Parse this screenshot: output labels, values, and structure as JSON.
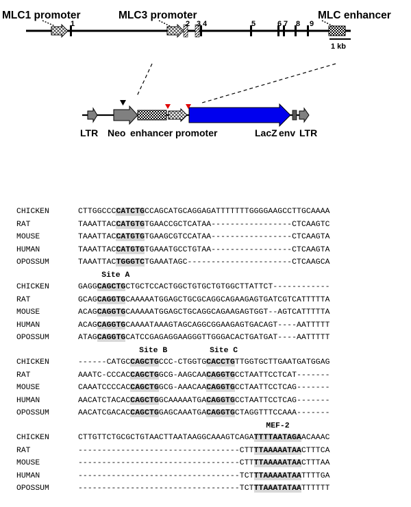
{
  "diagram": {
    "gene_labels": {
      "mlc1_promoter": "MLC1 promoter",
      "mlc3_promoter": "MLC3 promoter",
      "mlc_enhancer": "MLC enhancer",
      "scale": "1 kb"
    },
    "exons": [
      "1",
      "2",
      "3",
      "4",
      "5",
      "6",
      "7",
      "8",
      "9"
    ],
    "construct_labels": {
      "ltr_left": "LTR",
      "neo": "Neo",
      "enhancer": "enhancer",
      "promoter": "promoter",
      "lacz": "LacZ",
      "env": "env",
      "ltr_right": "LTR"
    },
    "colors": {
      "lacz": "#0000ee",
      "neo": "#808080",
      "marker_red": "#e00000"
    }
  },
  "alignment": {
    "blocks": [
      {
        "rows": [
          {
            "species": "CHICKEN",
            "seq": "CTTGGCCCCATCTGCCAGCATGCAGGAGATTTTTTTGGGGAAGCCTTGCAAAA",
            "hl": [
              [
                8,
                14
              ]
            ]
          },
          {
            "species": "RAT",
            "seq": "TAAATTACCATGTGTGAACCGCTCATAA-----------------CTCAAGTC",
            "hl": [
              [
                8,
                14
              ]
            ]
          },
          {
            "species": "MOUSE",
            "seq": "TAAATTACCATGTGTGAAGCGTCCATAA-----------------CTCAAGTA",
            "hl": [
              [
                8,
                14
              ]
            ]
          },
          {
            "species": "HUMAN",
            "seq": "TAAATTACCATGTGTGAAATGCCTGTAA-----------------CTCAAGTA",
            "hl": [
              [
                8,
                14
              ]
            ]
          },
          {
            "species": "OPOSSUM",
            "seq": "TAAATTACTGGGTCTGAAATAGC----------------------CTCAAGCA",
            "hl": [
              [
                8,
                14
              ]
            ]
          }
        ]
      },
      {
        "site_labels": [
          {
            "text": "Site A",
            "col": 5
          }
        ],
        "rows": [
          {
            "species": "CHICKEN",
            "seq": "GAGGCAGCTGCTGCTCCACTGGCTGTGCTGTGGCTTATTCT------------",
            "hl": [
              [
                4,
                10
              ]
            ]
          },
          {
            "species": "RAT",
            "seq": "GCAGCAGGTGCAAAAATGGAGCTGCGCAGGCAGAAGAGTGATCGTCATTTTTA",
            "hl": [
              [
                4,
                10
              ]
            ]
          },
          {
            "species": "MOUSE",
            "seq": "ACAGCAGGTGCAAAAATGGAGCTGCAGGCAGAAGAGTGGT--AGTCATTTTTA",
            "hl": [
              [
                4,
                10
              ]
            ]
          },
          {
            "species": "HUMAN",
            "seq": "ACAGCAGGTGCAAAATAAAGTAGCAGGCGGAAGAGTGACAGT----AATTTTT",
            "hl": [
              [
                4,
                10
              ]
            ]
          },
          {
            "species": "OPOSSUM",
            "seq": "ATAGCAGGTGCATCCGAGAGGAAGGGTTGGGACACTGATGAT----AATTTTT",
            "hl": [
              [
                4,
                10
              ]
            ]
          }
        ]
      },
      {
        "site_labels": [
          {
            "text": "Site B",
            "col": 13
          },
          {
            "text": "Site C",
            "col": 28
          }
        ],
        "rows": [
          {
            "species": "CHICKEN",
            "seq": "------CATGCCAGCTGCCC-CTGGTGCACCTGTTGGTGCTTGAATGATGGAG",
            "hl": [
              [
                11,
                17
              ],
              [
                27,
                33
              ]
            ]
          },
          {
            "species": "RAT",
            "seq": "AAATC-CCCACCAGCTGGCG-AAGCAACAGGTGCCTAATTCCTCAT-------",
            "hl": [
              [
                11,
                17
              ],
              [
                27,
                33
              ]
            ]
          },
          {
            "species": "MOUSE",
            "seq": "CAAATCCCCACCAGCTGGCG-AAACAACAGGTGCCTAATTCCTCAG-------",
            "hl": [
              [
                11,
                17
              ],
              [
                27,
                33
              ]
            ]
          },
          {
            "species": "HUMAN",
            "seq": "AACATCTACACCAGCTGGCAAAAATGACAGGTGCCTAATTCCTCAG-------",
            "hl": [
              [
                11,
                17
              ],
              [
                27,
                33
              ]
            ]
          },
          {
            "species": "OPOSSUM",
            "seq": "AACATCGACACCAGCTGGAGCAAATGACAGGTGCTAGGTTTCCAAA-------",
            "hl": [
              [
                11,
                17
              ],
              [
                27,
                33
              ]
            ]
          }
        ]
      },
      {
        "site_labels": [
          {
            "text": "MEF-2",
            "col": 40
          }
        ],
        "rows": [
          {
            "species": "CHICKEN",
            "seq": "CTTGTTCTGCGCTGTAACTTAATAAGGCAAAGTCAGATTTTAATAGAACAAAC",
            "hl": [
              [
                37,
                47
              ]
            ]
          },
          {
            "species": "RAT",
            "seq": "----------------------------------CTTTTAAAAATAACTTTCA",
            "hl": [
              [
                37,
                47
              ]
            ]
          },
          {
            "species": "MOUSE",
            "seq": "----------------------------------CTTTTAAAAATAACTTTAA",
            "hl": [
              [
                37,
                47
              ]
            ]
          },
          {
            "species": "HUMAN",
            "seq": "----------------------------------TCTTTAAAAATAATTTTGA",
            "hl": [
              [
                37,
                47
              ]
            ]
          },
          {
            "species": "OPOSSUM",
            "seq": "----------------------------------TCTTTAAATATAATTTTTT",
            "hl": [
              [
                37,
                47
              ]
            ]
          }
        ]
      }
    ]
  }
}
